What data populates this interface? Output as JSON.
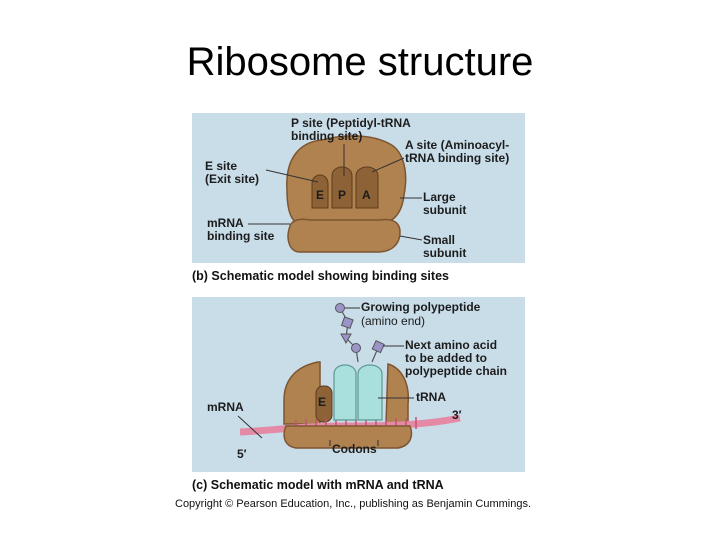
{
  "slide": {
    "title": "Ribosome structure"
  },
  "panel_b": {
    "caption": "(b) Schematic model showing binding sites",
    "labels": {
      "p_site": "P site (Peptidyl-tRNA\nbinding site)",
      "a_site": "A site (Aminoacyl-\ntRNA binding site)",
      "e_site": "E site\n(Exit site)",
      "mrna_binding": "mRNA\nbinding site",
      "large_subunit": "Large\nsubunit",
      "small_subunit": "Small\nsubunit",
      "slot_e": "E",
      "slot_p": "P",
      "slot_a": "A"
    }
  },
  "panel_c": {
    "caption": "(c) Schematic model with mRNA and tRNA",
    "labels": {
      "growing_polypeptide": "Growing polypeptide",
      "amino_end": "(amino end)",
      "next_amino_acid": "Next amino acid\nto be added to\npolypeptide chain",
      "mrna": "mRNA",
      "slot_e": "E",
      "trna": "tRNA",
      "three_prime": "3′",
      "five_prime": "5′",
      "codons": "Codons"
    }
  },
  "copyright": "Copyright © Pearson Education, Inc., publishing as Benjamin Cummings.",
  "colors": {
    "panel_bg": "#c9dde9",
    "ribosome": "#b08250",
    "ribosome_shadow": "#7d5530",
    "trna": "#a9dfdc",
    "mrna": "#e48aa6",
    "amino_acid_square": "#9b94c8",
    "amino_acid_circle": "#9b94c8"
  }
}
